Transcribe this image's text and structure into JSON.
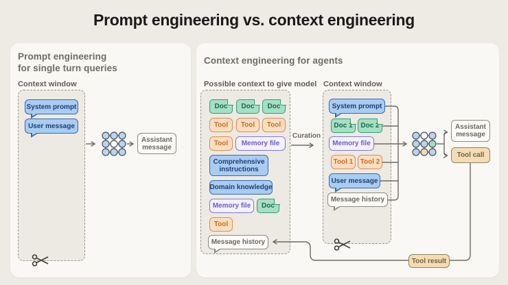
{
  "title": "Prompt engineering vs. context engineering",
  "colors": {
    "background": "#eeebe4",
    "card": "#f9f8f4",
    "box_fill": "#eceae2",
    "line": "#6e6a5f",
    "blue_fill": "#a9ccf1",
    "blue_border": "#3a68ad",
    "blue_text": "#1d3f7a",
    "green_fill": "#a5dfc4",
    "green_border": "#379a71",
    "green_text": "#176948",
    "orange_fill": "#fbdfc2",
    "orange_border": "#e28a50",
    "orange_text": "#d2691e",
    "lavender_fill": "#f4f1fc",
    "lavender_border": "#8478d8",
    "lavender_text": "#6a5ccb",
    "tan_fill": "#f6dcb2",
    "tan_border": "#8d8268",
    "tan_text": "#6f6348",
    "white_fill": "#fdfcfa",
    "gray_border": "#8d897d",
    "gray_text": "#6b675c"
  },
  "left_panel": {
    "header_line1": "Prompt engineering",
    "header_line2": "for single turn queries",
    "context_window_label": "Context window",
    "chips": {
      "system_prompt": "System prompt",
      "user_message": "User message"
    },
    "output": {
      "assistant_message": "Assistant message"
    }
  },
  "right_panel": {
    "header": "Context engineering for agents",
    "possible_context_label": "Possible context to give model",
    "curation_label": "Curation",
    "context_window_label": "Context window",
    "pool": {
      "items": [
        {
          "label": "Doc",
          "type": "doc"
        },
        {
          "label": "Doc",
          "type": "doc"
        },
        {
          "label": "Doc",
          "type": "doc"
        },
        {
          "label": "Tool",
          "type": "tool"
        },
        {
          "label": "Tool",
          "type": "tool"
        },
        {
          "label": "Tool",
          "type": "tool"
        },
        {
          "label": "Tool",
          "type": "tool"
        },
        {
          "label": "Memory file",
          "type": "memory"
        },
        {
          "label": "Comprehensive instructions",
          "type": "instructions"
        },
        {
          "label": "Domain knowledge",
          "type": "knowledge"
        },
        {
          "label": "Memory file",
          "type": "memory"
        },
        {
          "label": "Doc",
          "type": "doc"
        },
        {
          "label": "Tool",
          "type": "tool"
        },
        {
          "label": "Message history",
          "type": "history"
        }
      ]
    },
    "window": {
      "items": [
        {
          "label": "System prompt",
          "type": "system"
        },
        {
          "label": "Doc 1",
          "type": "doc"
        },
        {
          "label": "Doc 2",
          "type": "doc"
        },
        {
          "label": "Memory file",
          "type": "memory"
        },
        {
          "label": "Tool 1",
          "type": "tool"
        },
        {
          "label": "Tool 2",
          "type": "tool"
        },
        {
          "label": "User message",
          "type": "user"
        },
        {
          "label": "Message history",
          "type": "history"
        }
      ]
    },
    "outputs": {
      "assistant_message": "Assistant message",
      "tool_call": "Tool call",
      "tool_result": "Tool result"
    }
  }
}
